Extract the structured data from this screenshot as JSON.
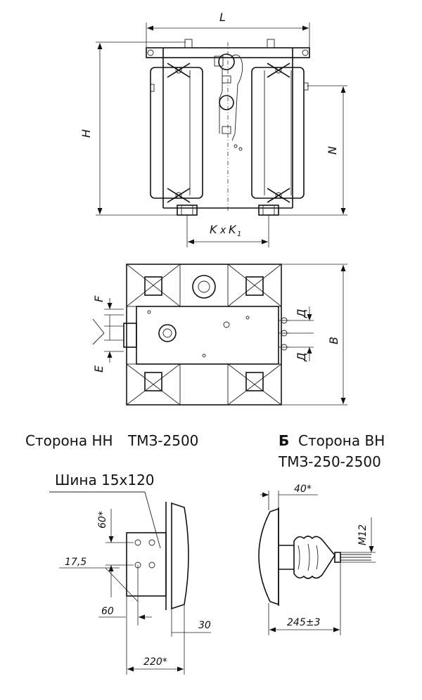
{
  "front_view": {
    "dim_L": "L",
    "dim_H": "H",
    "dim_N": "N",
    "dim_K": "K",
    "dim_x": "x",
    "dim_K1": "K",
    "dim_K1_sub": "1"
  },
  "top_view": {
    "dim_F": "F",
    "dim_E": "E",
    "dim_D1": "Д",
    "dim_D2": "Д",
    "dim_B": "B"
  },
  "lv_side": {
    "title": "Сторона НН",
    "model": "ТМЗ-2500",
    "busbar": "Шина 15х120",
    "dim_60_star": "60*",
    "dim_17_5": "17,5",
    "dim_60": "60",
    "dim_30": "30",
    "dim_220": "220*"
  },
  "hv_side": {
    "view_letter": "Б",
    "title": "Сторона ВН",
    "model": "ТМЗ-250-2500",
    "dim_40": "40*",
    "dim_M12": "M12",
    "dim_245": "245±3"
  }
}
